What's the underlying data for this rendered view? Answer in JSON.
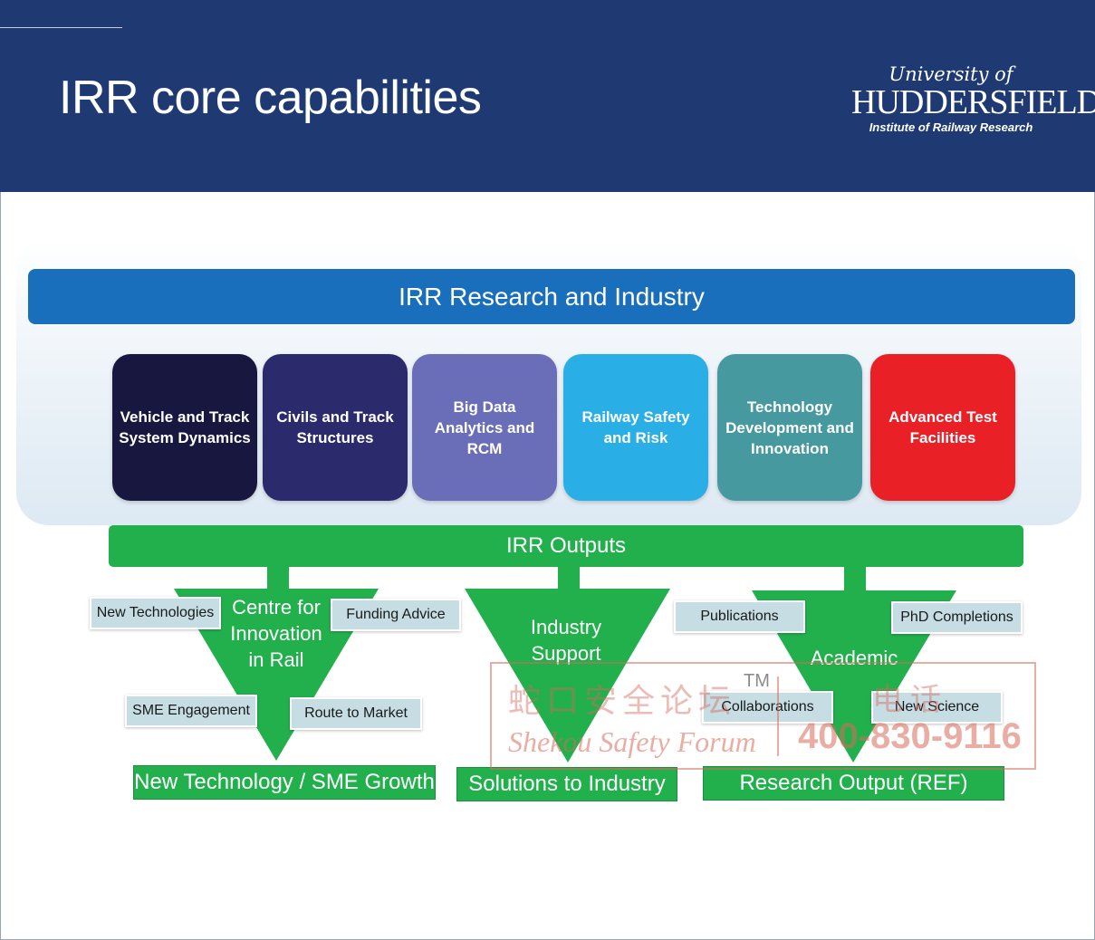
{
  "header": {
    "title": "IRR core capabilities",
    "logo": {
      "line1": "University of",
      "line2": "HUDDERSFIELD",
      "line3": "Institute of Railway Research"
    }
  },
  "research_bar": "IRR Research and Industry",
  "capabilities": [
    {
      "label": "Vehicle and Track\nSystem Dynamics",
      "color": "#17173f"
    },
    {
      "label": "Civils and Track\nStructures",
      "color": "#2a2a6c"
    },
    {
      "label": "Big Data\nAnalytics and\nRCM",
      "color": "#6a6db8"
    },
    {
      "label": "Railway Safety\nand Risk",
      "color": "#2aaee6"
    },
    {
      "label": "Technology\nDevelopment and\nInnovation",
      "color": "#45999f"
    },
    {
      "label": "Advanced Test\nFacilities",
      "color": "#ea2027"
    }
  ],
  "outputs_bar": "IRR Outputs",
  "funnels": {
    "left_label": "Centre for\nInnovation\nin Rail",
    "middle_label": "Industry\nSupport",
    "right_label": "Academic"
  },
  "tags": {
    "new_technologies": "New Technologies",
    "funding_advice": "Funding Advice",
    "sme_engagement": "SME Engagement",
    "route_to_market": "Route to Market",
    "publications": "Publications",
    "phd_completions": "PhD Completions",
    "collaborations": "Collaborations",
    "new_science": "New Science"
  },
  "results": {
    "left": "New Technology / SME Growth",
    "middle": "Solutions to Industry",
    "right": "Research Output (REF)"
  },
  "watermark": {
    "chinese": "蛇口安全论坛",
    "tm": "TM",
    "english": "Shekou Safety Forum",
    "chinese_phone_label": "电话",
    "phone": "400-830-9116"
  },
  "colors": {
    "header": "#1f3a73",
    "research_bar": "#1a6fbd",
    "green": "#22b04d"
  }
}
